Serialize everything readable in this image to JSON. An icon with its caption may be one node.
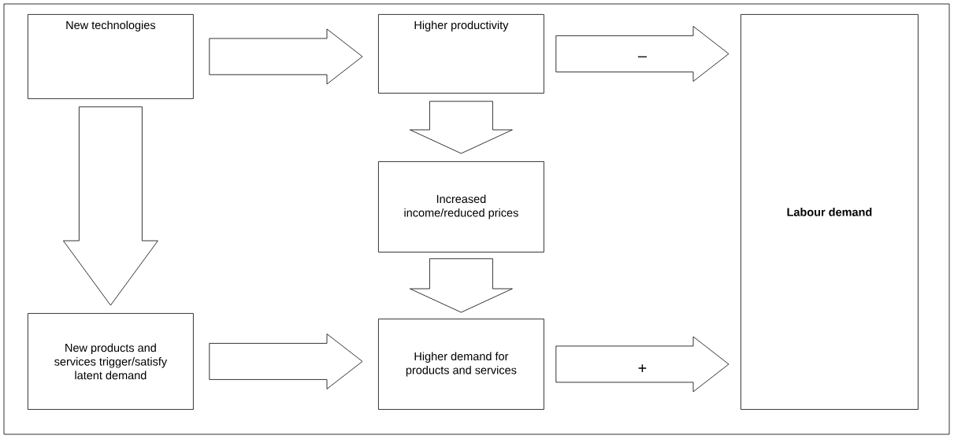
{
  "diagram": {
    "nodes": [
      {
        "text": [
          "New technologies"
        ]
      },
      {
        "text": [
          "Higher productivity"
        ]
      },
      {
        "text": [
          "Labour demand"
        ]
      },
      {
        "text": [
          "Increased income/reduced prices"
        ]
      },
      {
        "text": [
          "New products and services trigger/satisfy latent demand"
        ]
      },
      {
        "text": [
          "Higher demand for products and services"
        ]
      }
    ],
    "edges": [
      {
        "from": 0,
        "to": 1,
        "arrow": "to"
      },
      {
        "from": 1,
        "to": 2,
        "arrow": "to",
        "label": "–"
      },
      {
        "from": 0,
        "to": 4,
        "arrow": "to"
      },
      {
        "from": 1,
        "to": 3,
        "arrow": "to"
      },
      {
        "from": 3,
        "to": 5,
        "arrow": "to"
      },
      {
        "from": 4,
        "to": 5,
        "arrow": "to"
      },
      {
        "from": 5,
        "to": 2,
        "arrow": "to",
        "label": "+"
      }
    ]
  }
}
